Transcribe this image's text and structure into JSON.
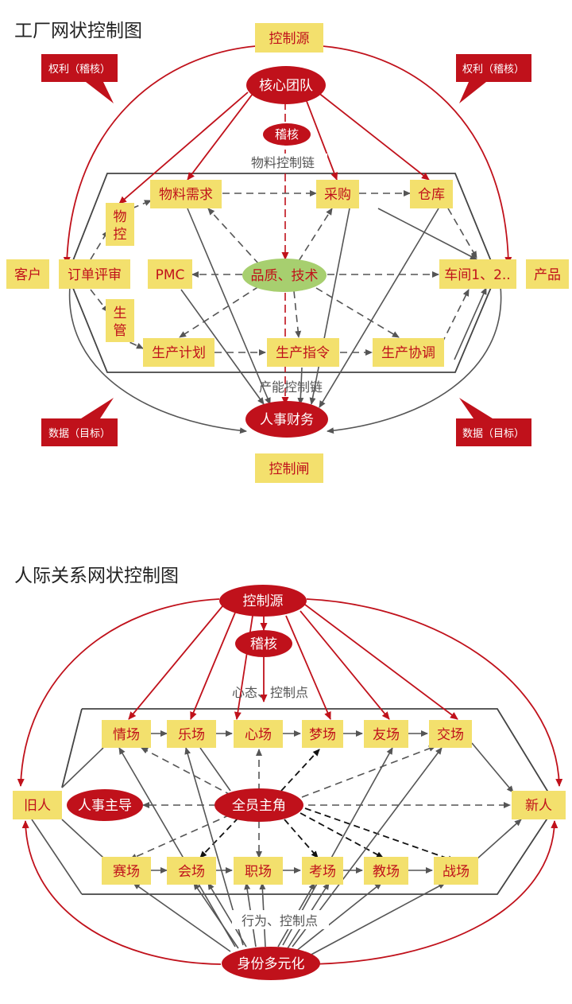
{
  "diagram1": {
    "title": "工厂网状控制图",
    "control_source": "控制源",
    "rights_left": "权利（稽核）",
    "rights_right": "权利（稽核）",
    "core_team": "核心团队",
    "audit": "稽核",
    "material_chain": "物料控制链",
    "material_demand": "物料需求",
    "purchase": "采购",
    "warehouse": "仓库",
    "wukong": "物控",
    "customer": "客户",
    "order_review": "订单评审",
    "pmc": "PMC",
    "quality_tech": "品质、技术",
    "workshop": "车间1、2..",
    "product": "产品",
    "prod_mgmt": "生管",
    "prod_plan": "生产计划",
    "prod_order": "生产指令",
    "prod_coord": "生产协调",
    "capacity_chain": "产能控制链",
    "hr_finance": "人事财务",
    "data_left": "数据（目标）",
    "data_right": "数据（目标）",
    "control_gate": "控制闸",
    "colors": {
      "red": "#c0111b",
      "yellow": "#f3e06d",
      "green": "#a7cf6f",
      "gray": "#555555"
    }
  },
  "diagram2": {
    "title": "人际关系网状控制图",
    "control_source": "控制源",
    "audit": "稽核",
    "mindset_point": "心态、控制点",
    "row_top": [
      "情场",
      "乐场",
      "心场",
      "梦场",
      "友场",
      "交场"
    ],
    "old_people": "旧人",
    "hr_lead": "人事主导",
    "all_lead": "全员主角",
    "new_people": "新人",
    "row_bottom": [
      "赛场",
      "会场",
      "职场",
      "考场",
      "教场",
      "战场"
    ],
    "behavior_point": "行为、控制点",
    "identity": "身份多元化"
  }
}
